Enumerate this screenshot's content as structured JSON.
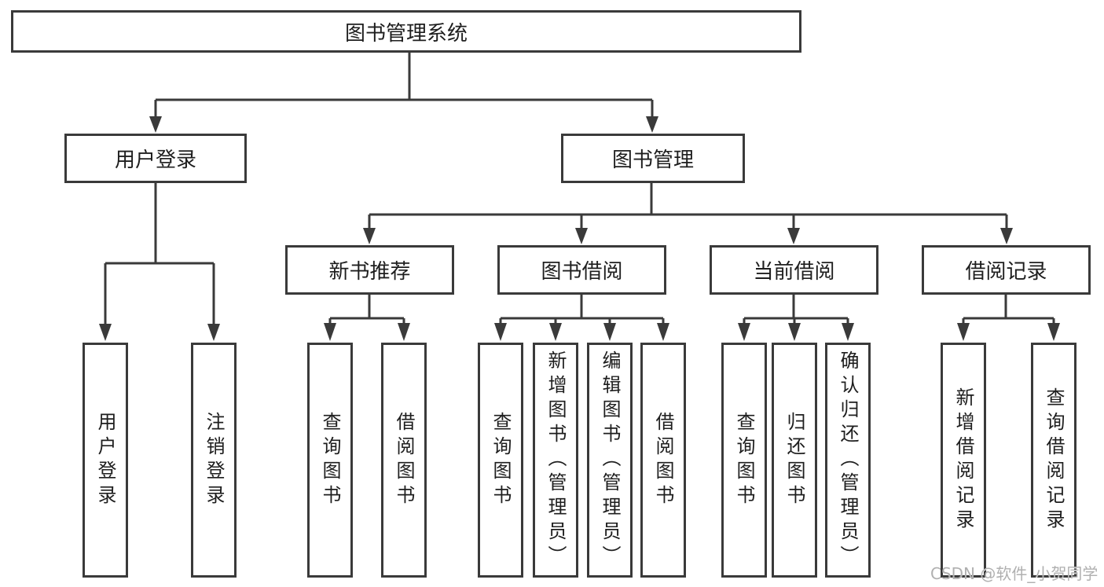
{
  "diagram": {
    "root": {
      "label": "图书管理系统"
    },
    "branches": [
      {
        "label": "用户登录",
        "children": [
          {
            "label": "用户登录"
          },
          {
            "label": "注销登录"
          }
        ]
      },
      {
        "label": "图书管理",
        "children": [
          {
            "label": "新书推荐",
            "children": [
              {
                "label": "查询图书"
              },
              {
                "label": "借阅图书"
              }
            ]
          },
          {
            "label": "图书借阅",
            "children": [
              {
                "label": "查询图书"
              },
              {
                "label": "新增图书（管理员）"
              },
              {
                "label": "编辑图书（管理员）"
              },
              {
                "label": "借阅图书"
              }
            ]
          },
          {
            "label": "当前借阅",
            "children": [
              {
                "label": "查询图书"
              },
              {
                "label": "归还图书"
              },
              {
                "label": "确认归还（管理员）"
              }
            ]
          },
          {
            "label": "借阅记录",
            "children": [
              {
                "label": "新增借阅记录"
              },
              {
                "label": "查询借阅记录"
              }
            ]
          }
        ]
      }
    ]
  },
  "watermark": {
    "text": "CSDN @软件_小贺同学"
  },
  "colors": {
    "line": "#3a3a3a",
    "text": "#1e1e1e",
    "watermark": "#b0b0b0",
    "background": "#ffffff"
  }
}
